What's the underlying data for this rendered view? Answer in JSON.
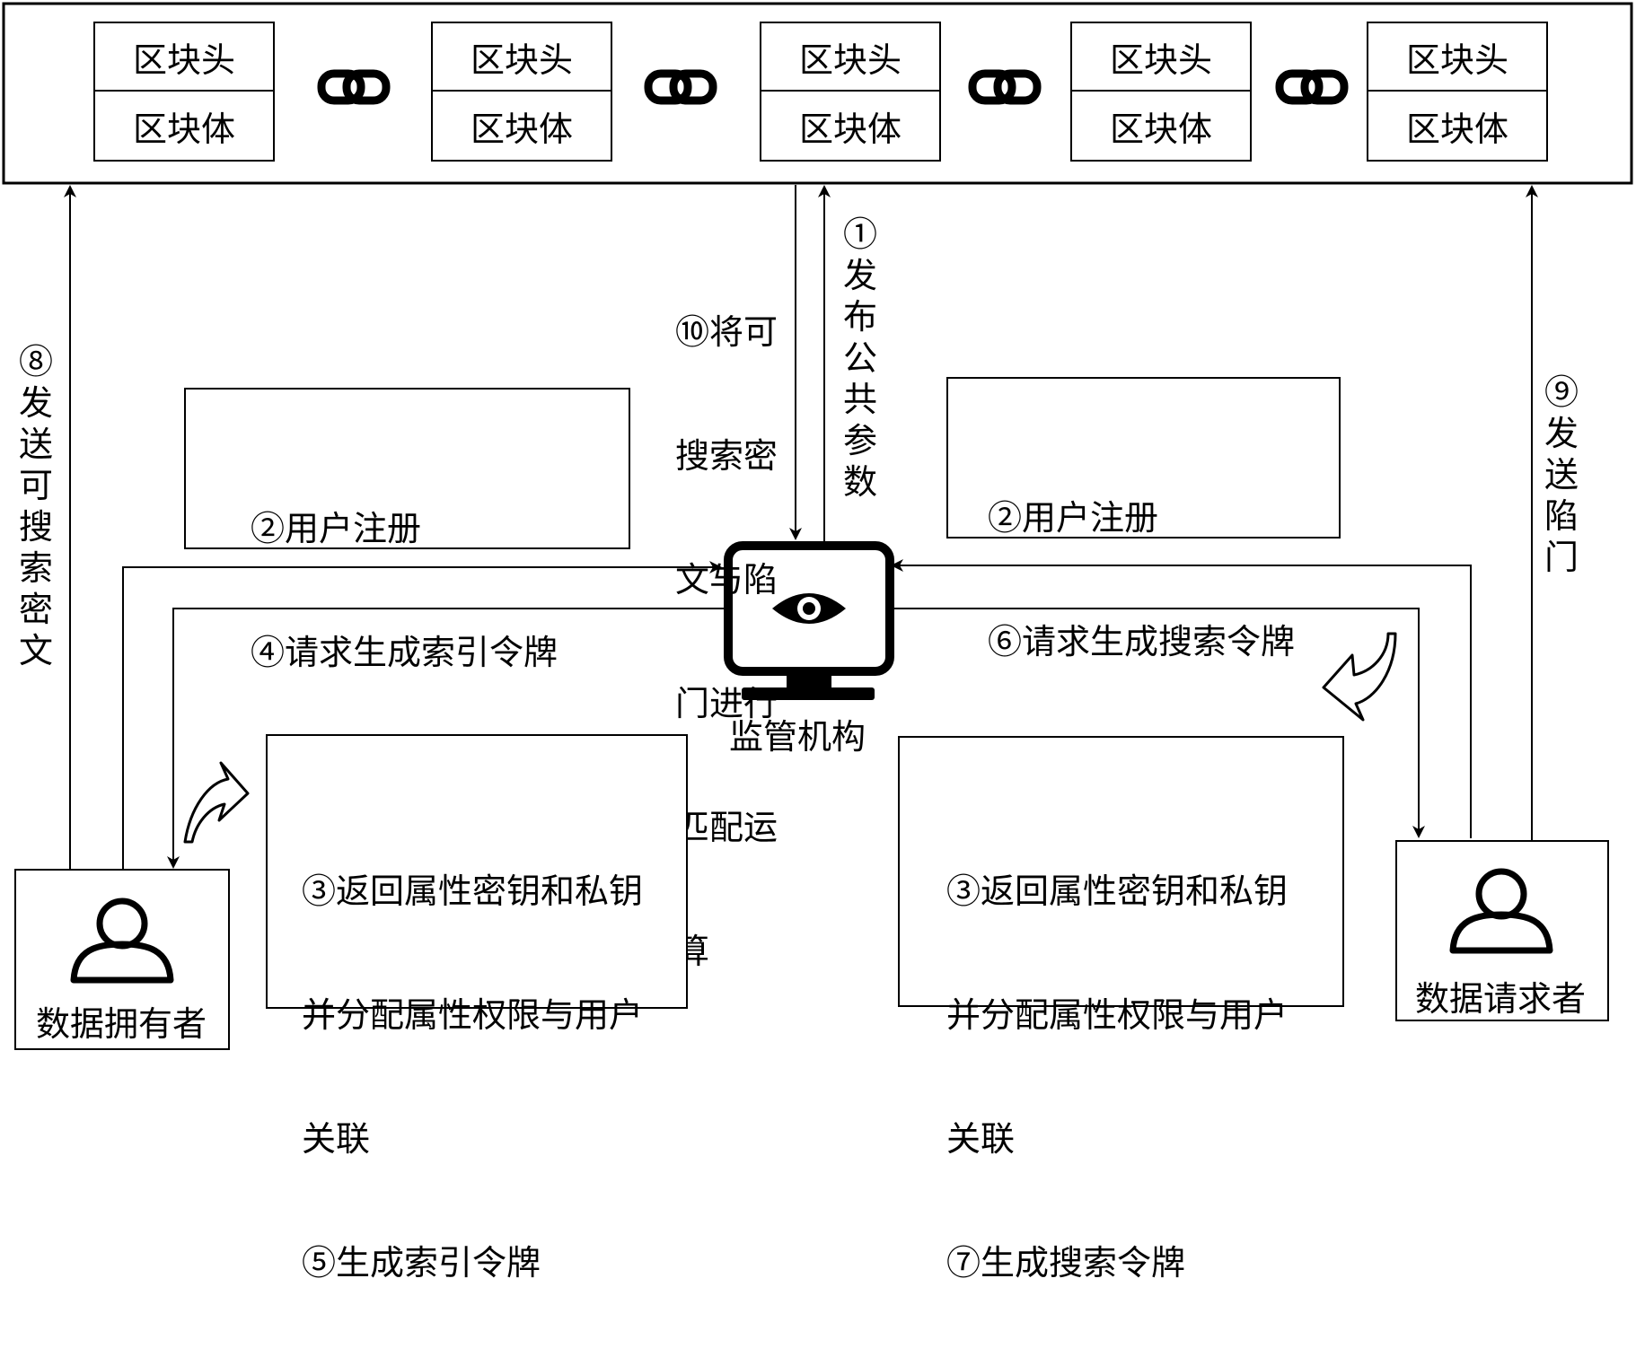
{
  "blockchain": {
    "blocks": [
      {
        "header": "区块头",
        "body": "区块体"
      },
      {
        "header": "区块头",
        "body": "区块体"
      },
      {
        "header": "区块头",
        "body": "区块体"
      },
      {
        "header": "区块头",
        "body": "区块体"
      },
      {
        "header": "区块头",
        "body": "区块体"
      }
    ]
  },
  "arrows": {
    "step1": "①发布公共参数",
    "step8": "⑧发送可搜索密文",
    "step9": "⑨发送陷门",
    "step10": "⑩将可搜索密文与陷门进行匹配运算"
  },
  "step10_lines": [
    "⑩将可",
    "搜索密",
    "文与陷",
    "门进行",
    "匹配运",
    "算"
  ],
  "supervisor": {
    "label": "监管机构"
  },
  "owner": {
    "label": "数据拥有者"
  },
  "requester": {
    "label": "数据请求者"
  },
  "owner_request_box": {
    "lines": [
      "②用户注册",
      "④请求生成索引令牌"
    ]
  },
  "requester_request_box": {
    "lines": [
      "②用户注册",
      "⑥请求生成搜索令牌"
    ]
  },
  "owner_response_box": {
    "lines": [
      "③返回属性密钥和私钥",
      "并分配属性权限与用户",
      "关联",
      "⑤生成索引令牌"
    ]
  },
  "requester_response_box": {
    "lines": [
      "③返回属性密钥和私钥",
      "并分配属性权限与用户",
      "关联",
      "⑦生成搜索令牌"
    ]
  }
}
